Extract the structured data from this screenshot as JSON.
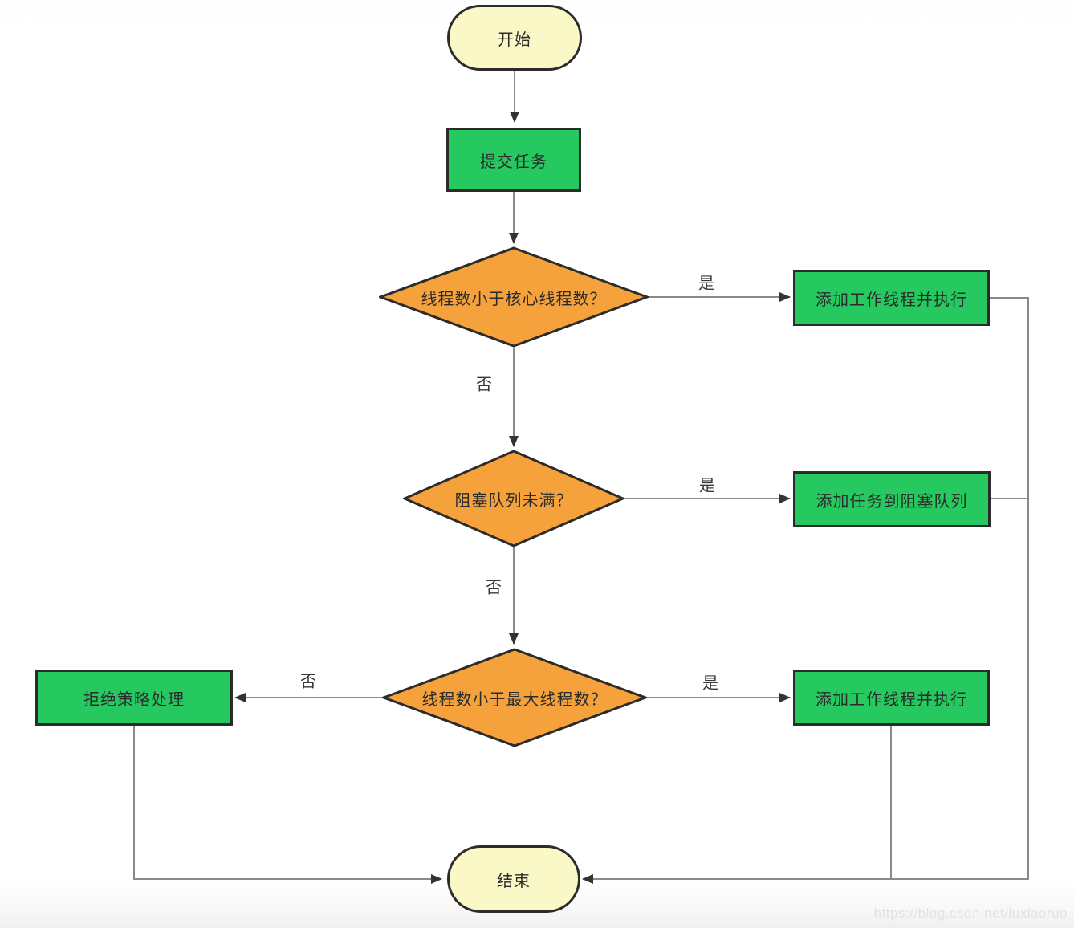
{
  "flowchart": {
    "nodes": {
      "start": "开始",
      "submit": "提交任务",
      "decision_core": "线程数小于核心线程数？",
      "add_worker_top": "添加工作线程并执行",
      "decision_queue": "阻塞队列未满？",
      "add_to_queue": "添加任务到阻塞队列",
      "decision_max": "线程数小于最大线程数？",
      "add_worker_bottom": "添加工作线程并执行",
      "reject": "拒绝策略处理",
      "end": "结束"
    },
    "edge_labels": {
      "core_yes": "是",
      "core_no": "否",
      "queue_yes": "是",
      "queue_no": "否",
      "max_yes": "是",
      "max_no": "否"
    },
    "colors": {
      "terminal_fill": "#FAF8C6",
      "process_fill": "#26C960",
      "decision_fill": "#F5A23C",
      "border": "#2B2B2B",
      "line": "#8A8A8A",
      "arrow": "#333333"
    },
    "watermark": "https://blog.csdn.net/luxiaoruo"
  }
}
